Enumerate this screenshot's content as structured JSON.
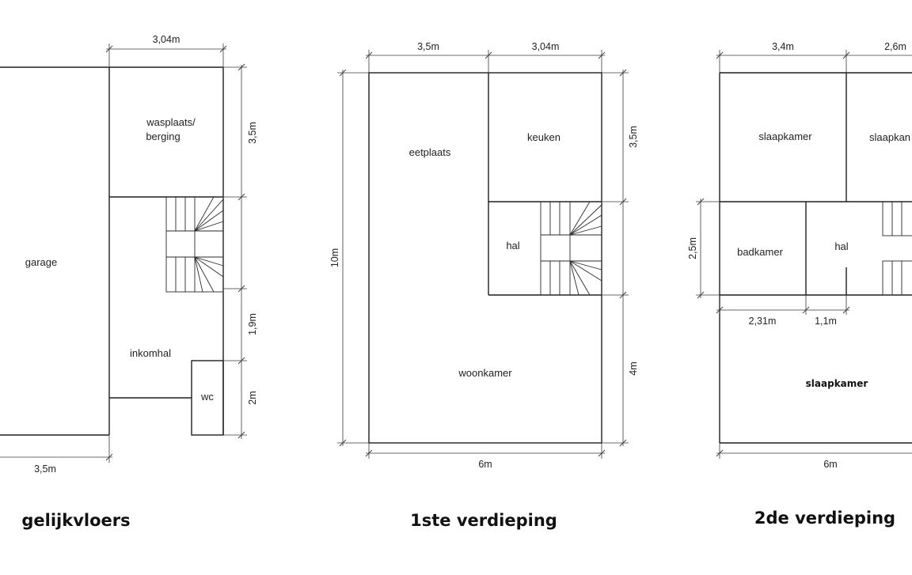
{
  "plans": {
    "ground": {
      "caption": "gelijkvloers",
      "rooms": {
        "garage": "garage",
        "wasplaats_line1": "wasplaats/",
        "wasplaats_line2": "berging",
        "inkomhal": "inkomhal",
        "wc": "wc"
      },
      "dims": {
        "top": "3,04m",
        "right_upper": "3,5m",
        "right_mid": "1,9m",
        "right_lower": "2m",
        "bottom": "3,5m"
      }
    },
    "first": {
      "caption": "1ste verdieping",
      "rooms": {
        "eetplaats": "eetplaats",
        "keuken": "keuken",
        "hal": "hal",
        "woonkamer": "woonkamer"
      },
      "dims": {
        "top_left": "3,5m",
        "top_right": "3,04m",
        "left": "10m",
        "right_upper": "3,5m",
        "right_lower": "4m",
        "bottom": "6m"
      }
    },
    "second": {
      "caption": "2de verdieping",
      "rooms": {
        "slaapkamer_left": "slaapkamer",
        "slaapkamer_right": "slaapkan",
        "badkamer": "badkamer",
        "hal": "hal",
        "slaapkamer_bottom": "slaapkamer"
      },
      "dims": {
        "top_left": "3,4m",
        "top_right": "2,6m",
        "left": "2,5m",
        "mid_left": "2,31m",
        "mid_right": "1,1m",
        "bottom": "6m"
      }
    }
  }
}
